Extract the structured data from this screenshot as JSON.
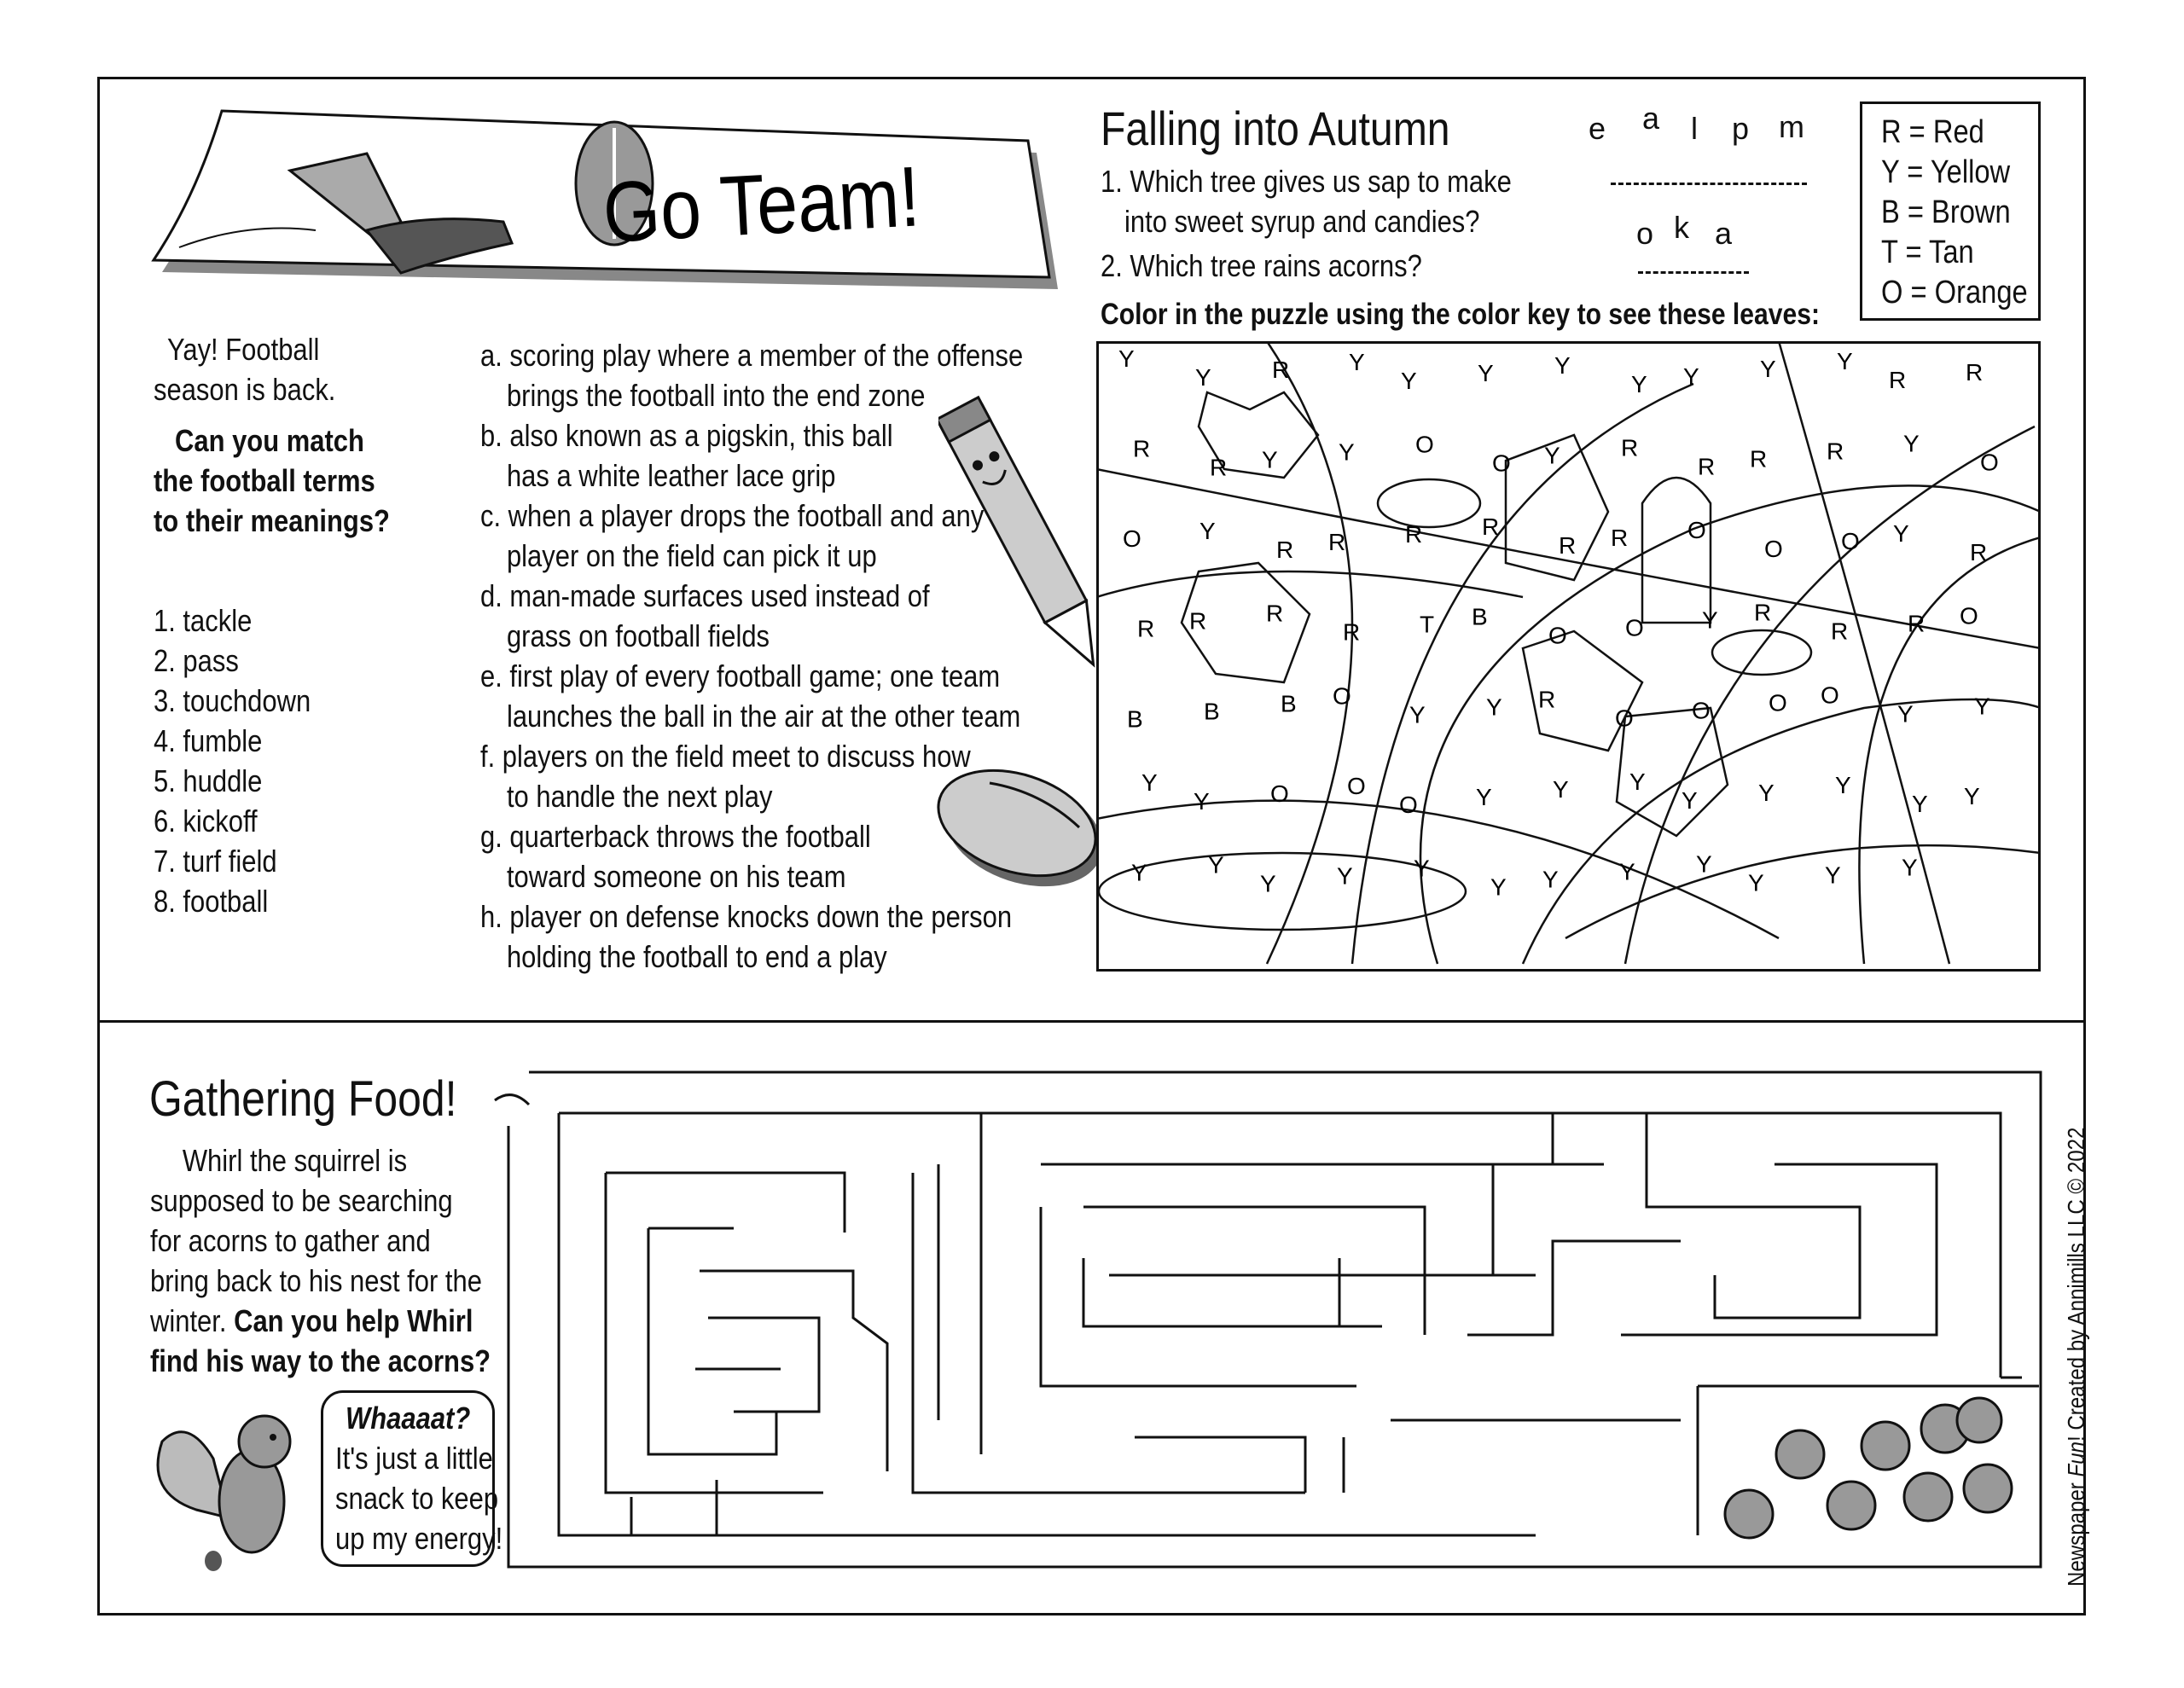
{
  "banner": {
    "title": "Go Team!"
  },
  "football_match": {
    "intro": [
      "Yay! Football",
      "season is back."
    ],
    "prompt": [
      "Can you match",
      "the football terms",
      "to their meanings?"
    ],
    "terms": [
      "1. tackle",
      "2. pass",
      "3. touchdown",
      "4. fumble",
      "5. huddle",
      "6. kickoff",
      "7. turf field",
      "8. football"
    ],
    "definitions": [
      "a. scoring play where a member of the offense brings the football into the end zone",
      "b. also known as a pigskin, this ball has a white leather lace grip",
      "c. when a player drops the football and any player on the field can pick it up",
      "d. man-made surfaces used instead of grass on football fields",
      "e. first play of every football game; one team launches the ball in the air at the other team",
      "f.  players on the field meet to discuss how to handle the next play",
      "g. quarterback throws the football toward someone on his team",
      "h. player on defense knocks down the person holding the football to end a play"
    ]
  },
  "autumn": {
    "title": "Falling into Autumn",
    "questions": [
      "1. Which tree gives us sap to make",
      "into sweet syrup and candies?",
      "2. Which tree rains acorns?"
    ],
    "scramble1": [
      "e",
      "a",
      "l",
      "p",
      "m"
    ],
    "scramble2": [
      "o",
      "k",
      "a"
    ],
    "instruction": "Color in the puzzle using the color key to see these leaves:",
    "color_key": [
      "R = Red",
      "Y = Yellow",
      "B = Brown",
      "T = Tan",
      "O = Orange"
    ],
    "puzzle_labels": [
      "Y",
      "Y",
      "R",
      "Y",
      "Y",
      "Y",
      "Y",
      "Y",
      "Y",
      "Y",
      "Y",
      "R",
      "R",
      "R",
      "R",
      "Y",
      "Y",
      "O",
      "O",
      "Y",
      "R",
      "R",
      "R",
      "R",
      "Y",
      "O",
      "O",
      "Y",
      "R",
      "R",
      "R",
      "R",
      "R",
      "R",
      "O",
      "O",
      "O",
      "Y",
      "R",
      "R",
      "R",
      "R",
      "R",
      "T",
      "B",
      "O",
      "O",
      "Y",
      "R",
      "R",
      "R",
      "O",
      "B",
      "B",
      "B",
      "O",
      "Y",
      "Y",
      "R",
      "O",
      "O",
      "O",
      "O",
      "Y",
      "Y",
      "Y",
      "Y",
      "O",
      "O",
      "O",
      "Y",
      "Y",
      "Y",
      "Y",
      "Y",
      "Y",
      "Y",
      "Y",
      "Y",
      "Y",
      "Y",
      "Y",
      "Y",
      "Y",
      "Y",
      "Y",
      "Y",
      "Y",
      "Y",
      "Y"
    ]
  },
  "maze": {
    "title": "Gathering Food!",
    "paragraph": [
      "Whirl the squirrel is",
      "supposed to be searching",
      "for acorns to gather and",
      "bring back to his nest for the"
    ],
    "paragraph_end": "winter.",
    "prompt_inline": "Can you help Whirl",
    "prompt_line2": "find his way to the acorns?",
    "bubble_title": "Whaaaat?",
    "bubble_text": [
      "It's just a little",
      "snack to keep",
      "up my energy!"
    ]
  },
  "credit": {
    "prefix": "Newspaper ",
    "italic": "Fun",
    "suffix": "! Created by Annimills LLC  ©  2022"
  }
}
